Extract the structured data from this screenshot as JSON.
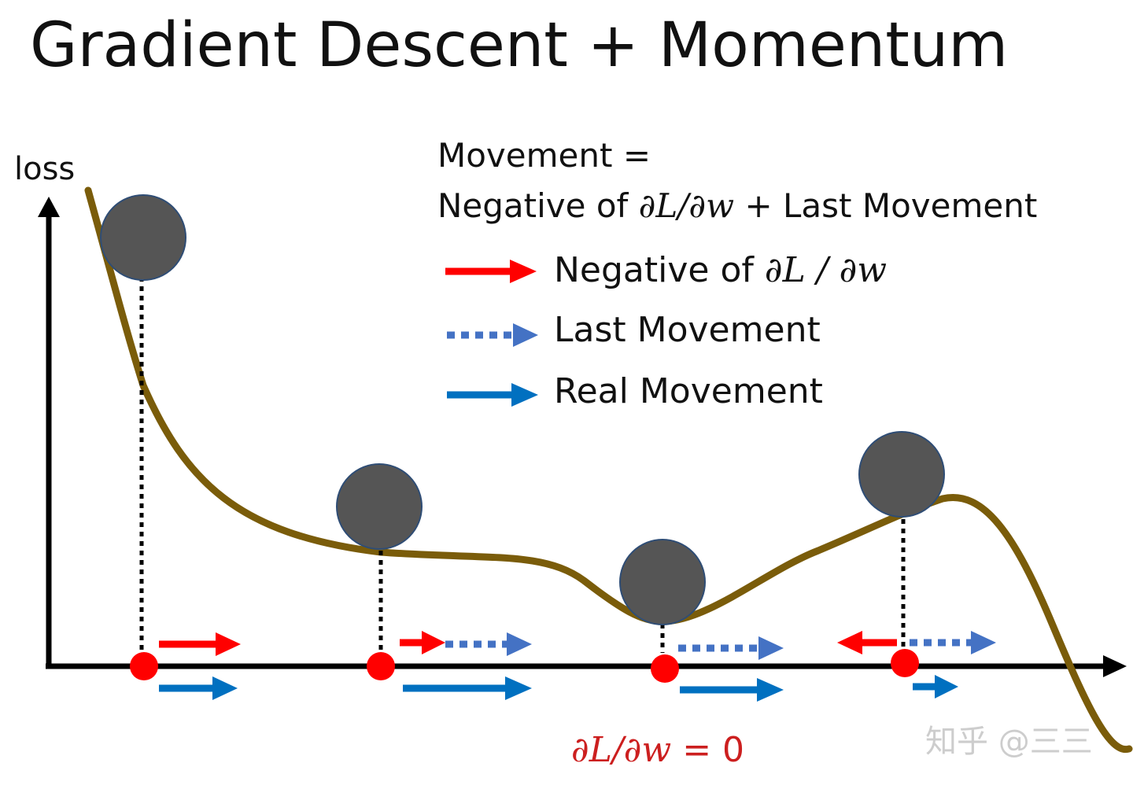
{
  "slide": {
    "title": "Gradient Descent + Momentum",
    "watermark": "知乎 @三三"
  },
  "axes": {
    "y_label": "loss"
  },
  "formula": {
    "line1": "Movement =",
    "line2_prefix": "Negative of ",
    "line2_math": "∂L/∂w",
    "line2_suffix": " + Last Movement"
  },
  "legend": {
    "items": [
      {
        "label_text": "Negative of ",
        "label_math": "∂L / ∂w",
        "style": "solid-red"
      },
      {
        "label_text": "Last Movement",
        "label_math": "",
        "style": "dotted-blue"
      },
      {
        "label_text": "Real Movement",
        "label_math": "",
        "style": "solid-blue"
      }
    ]
  },
  "annotation": {
    "gradient_zero_math": "∂L/∂w",
    "gradient_zero_suffix": " = 0"
  },
  "colors": {
    "curve": "#7a5c0a",
    "ball": "#555555",
    "ball_stroke": "#2f4d75",
    "point": "#ff0000",
    "negative_gradient": "#ff0000",
    "last_movement": "#4472c4",
    "real_movement": "#0070c0",
    "axis": "#000000",
    "annotation": "#cc1f1f",
    "watermark": "#c8c8c8"
  }
}
